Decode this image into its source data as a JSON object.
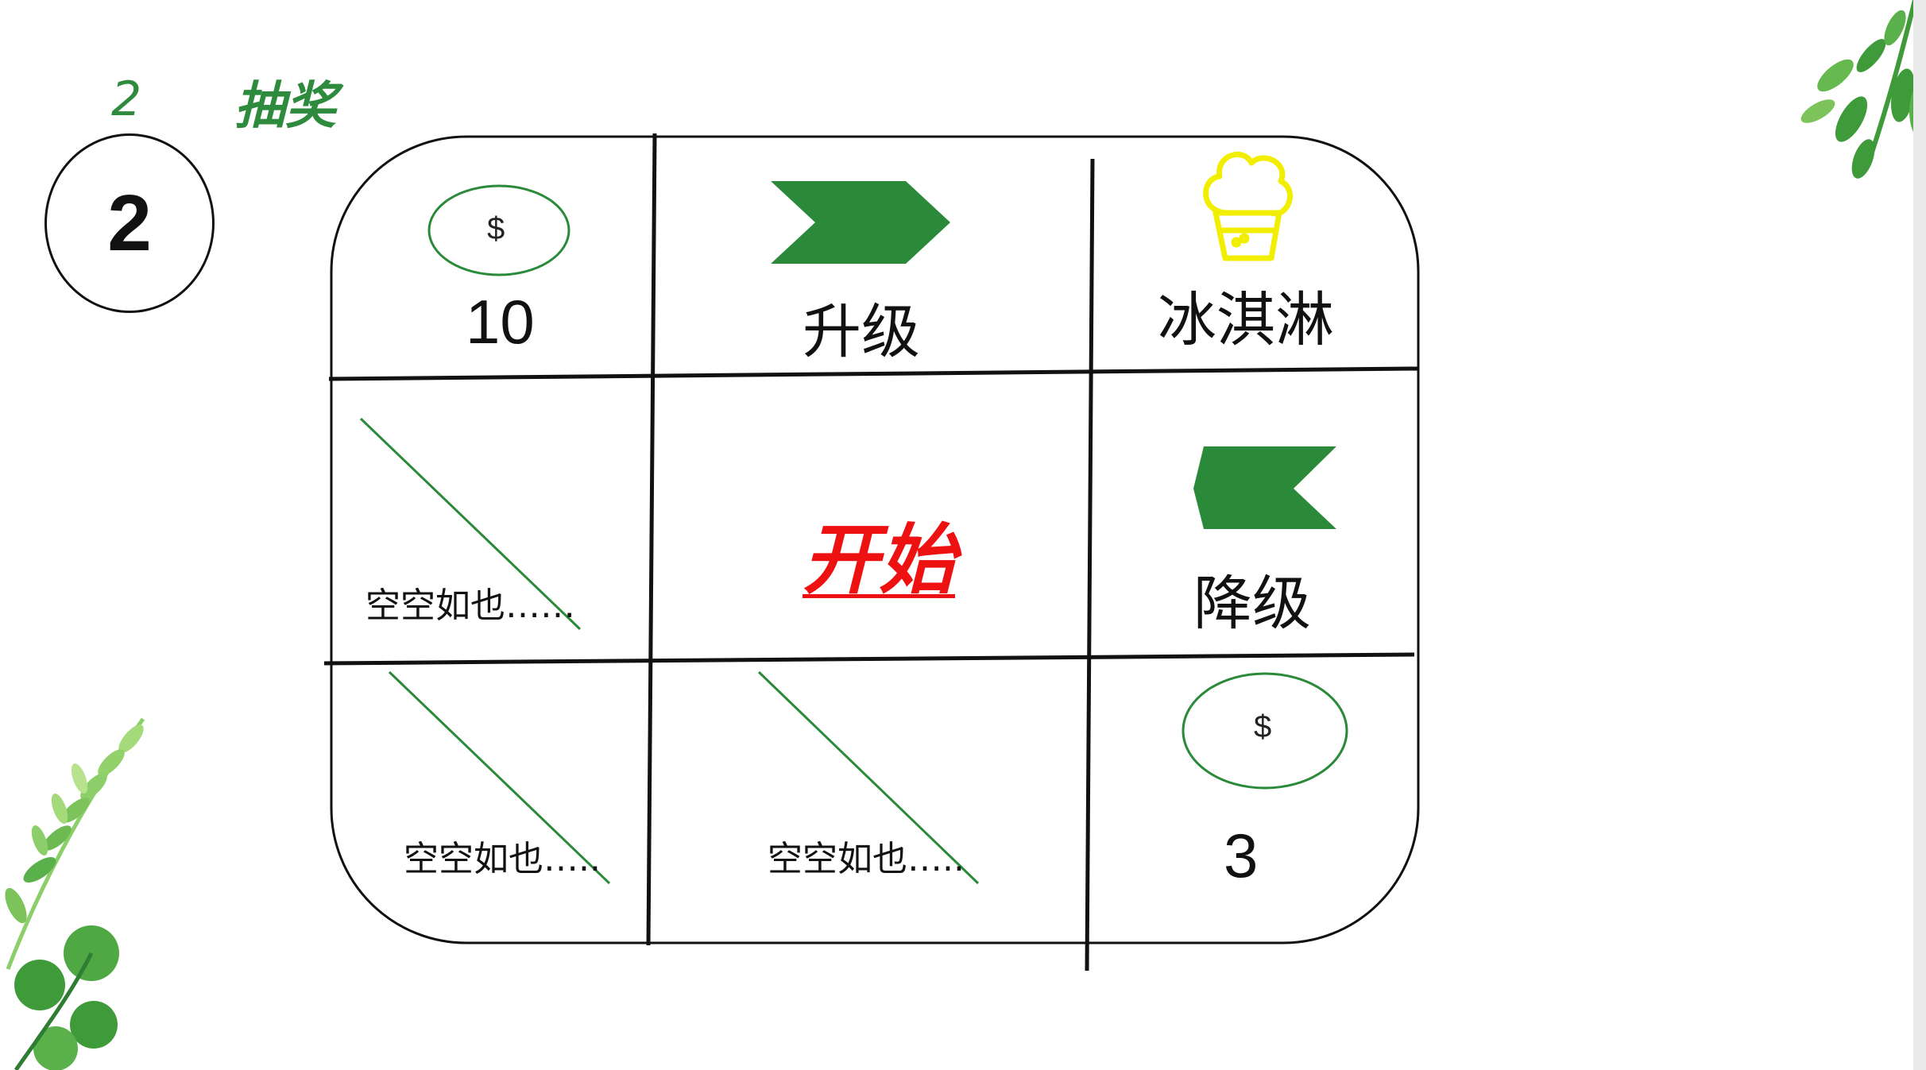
{
  "header": {
    "number": "2",
    "title": "抽奖"
  },
  "step_badge": "2",
  "grid": {
    "coin_symbol": "$",
    "top_left_value": "10",
    "upgrade_label": "升级",
    "icecream_label": "冰淇淋",
    "empty_label_1": "空空如也……",
    "start_label": "开始",
    "downgrade_label": "降级",
    "empty_label_2": "空空如也…..",
    "empty_label_3": "空空如也…..",
    "bottom_right_value": "3"
  },
  "colors": {
    "green": "#2a8a3a",
    "accent_red": "#ee1111",
    "icecream_yellow": "#f2ee00",
    "line": "#111111"
  },
  "icons": [
    "coin-icon",
    "upgrade-chevron-icon",
    "icecream-icon",
    "downgrade-chevron-icon",
    "leaf-decoration"
  ]
}
